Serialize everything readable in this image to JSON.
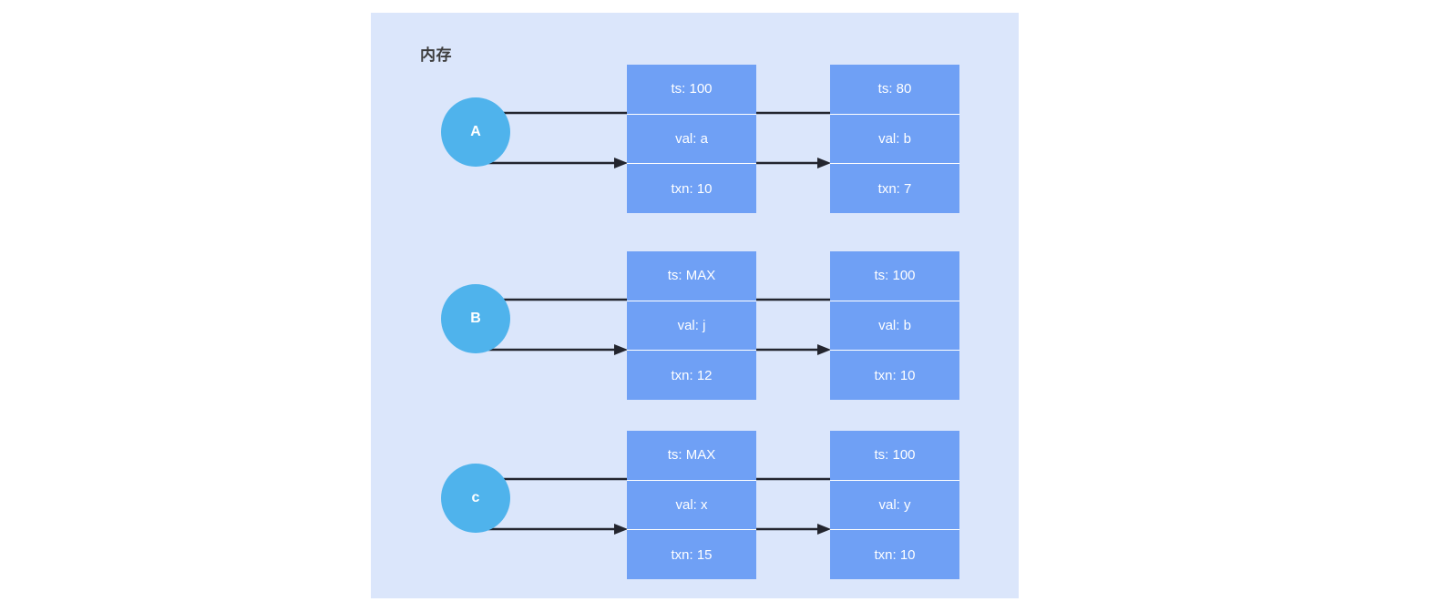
{
  "diagram": {
    "title": "内存",
    "colors": {
      "panel_background": "#dbe6fb",
      "page_background": "#ffffff",
      "box_fill": "#6fa0f5",
      "node_fill": "#4fb3ec",
      "arrow": "#23252e",
      "text_on_fill": "#ffffff",
      "title_text": "#3c3c3c"
    },
    "rows": [
      {
        "node_label": "A",
        "boxes": [
          {
            "ts": "ts: 100",
            "val": "val: a",
            "txn": "txn: 10"
          },
          {
            "ts": "ts: 80",
            "val": "val: b",
            "txn": "txn: 7"
          }
        ]
      },
      {
        "node_label": "B",
        "boxes": [
          {
            "ts": "ts: MAX",
            "val": "val: j",
            "txn": "txn: 12"
          },
          {
            "ts": "ts: 100",
            "val": "val: b",
            "txn": "txn: 10"
          }
        ]
      },
      {
        "node_label": "c",
        "boxes": [
          {
            "ts": "ts: MAX",
            "val": "val: x",
            "txn": "txn: 15"
          },
          {
            "ts": "ts: 100",
            "val": "val: y",
            "txn": "txn: 10"
          }
        ]
      }
    ]
  }
}
